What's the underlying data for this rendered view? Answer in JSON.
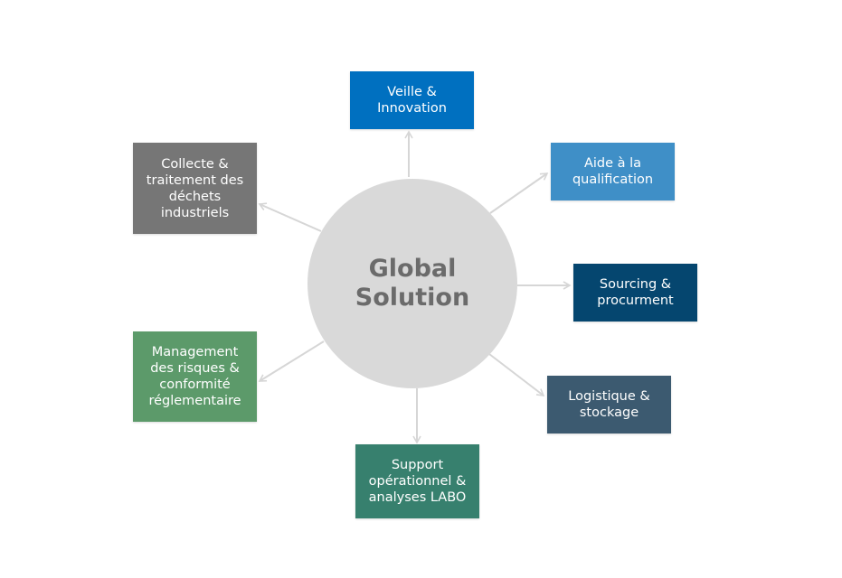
{
  "hub": {
    "line1": "Global",
    "line2": "Solution",
    "color": "#d9d9d9",
    "text_color": "#6b6b6b"
  },
  "nodes": [
    {
      "id": "veille",
      "label": "Veille &\nInnovation",
      "color": "#0070c0"
    },
    {
      "id": "aide",
      "label": "Aide à la\nqualification",
      "color": "#3f8fc7"
    },
    {
      "id": "sourcing",
      "label": "Sourcing &\nprocurment",
      "color": "#05466f"
    },
    {
      "id": "logistique",
      "label": "Logistique &\nstockage",
      "color": "#3c5a70"
    },
    {
      "id": "support",
      "label": "Support\nopérationnel &\nanalyses LABO",
      "color": "#37806e"
    },
    {
      "id": "management",
      "label": "Management\ndes risques &\nconformité\nréglementaire",
      "color": "#5c9a6a"
    },
    {
      "id": "collecte",
      "label": "Collecte &\ntraitement des\ndéchets\nindustriels",
      "color": "#767676"
    }
  ],
  "arrow_color": "#d6d6d6"
}
